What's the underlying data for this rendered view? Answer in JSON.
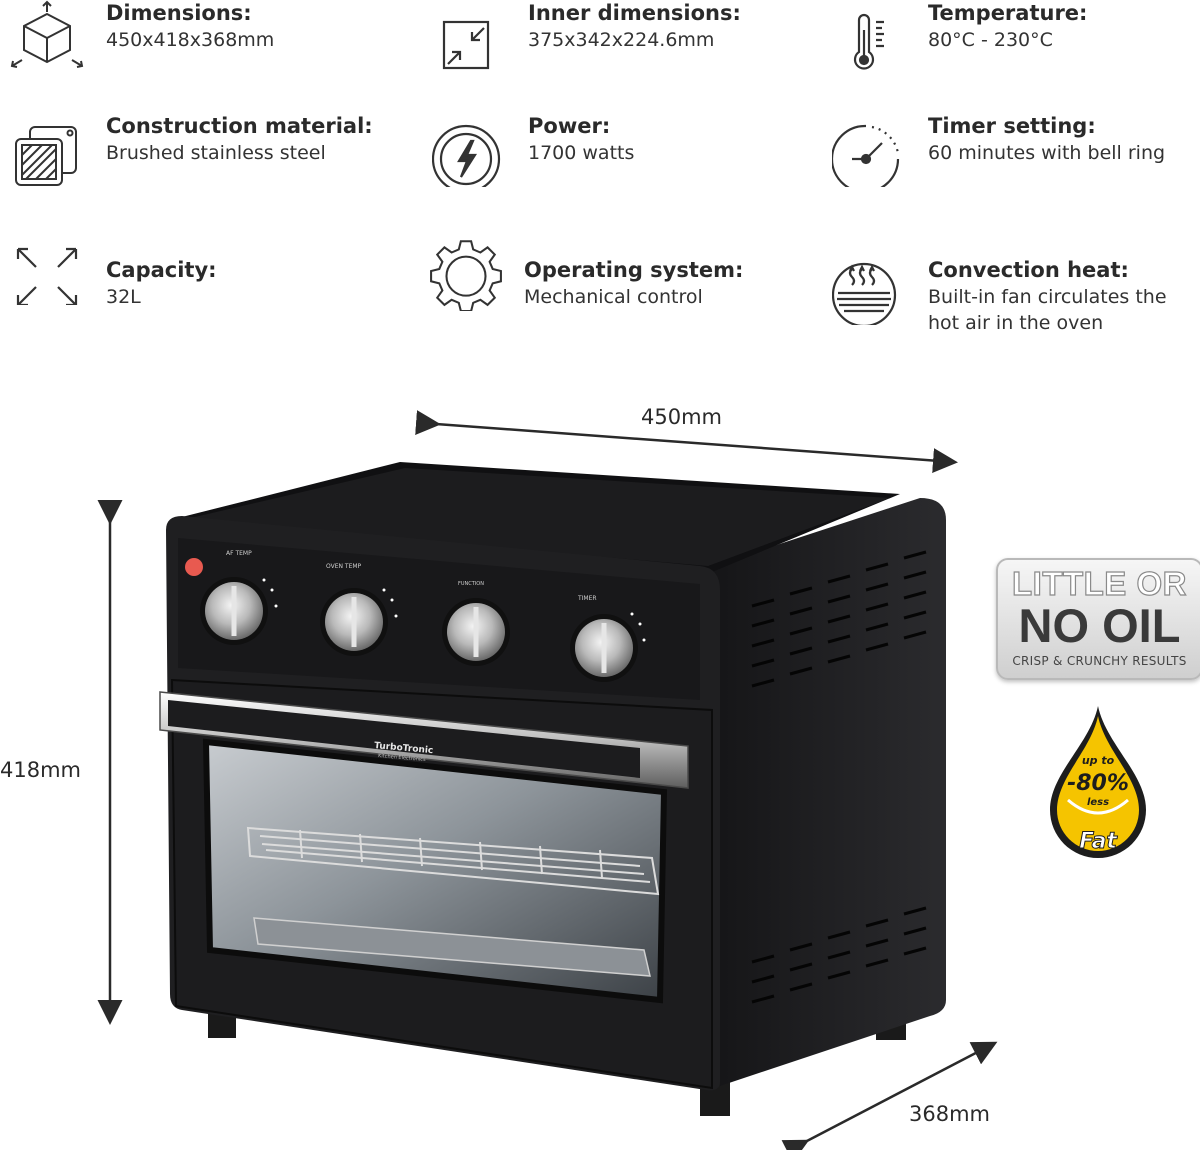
{
  "specs": [
    {
      "title": "Dimensions:",
      "value": "450x418x368mm",
      "icon": "cube-icon"
    },
    {
      "title": "Inner dimensions:",
      "value": "375x342x224.6mm",
      "icon": "compress-arrows-icon"
    },
    {
      "title": "Temperature:",
      "value": "80°C - 230°C",
      "icon": "thermometer-icon"
    },
    {
      "title": "Construction material:",
      "value": "Brushed stainless steel",
      "icon": "steel-plate-icon"
    },
    {
      "title": "Power:",
      "value": "1700 watts",
      "icon": "lightning-icon"
    },
    {
      "title": "Timer setting:",
      "value": "60 minutes with bell ring",
      "icon": "timer-icon"
    },
    {
      "title": "Capacity:",
      "value": "32L",
      "icon": "expand-arrows-icon"
    },
    {
      "title": "Operating system:",
      "value": "Mechanical control",
      "icon": "gear-icon"
    },
    {
      "title": "Convection heat:",
      "value": "Built-in fan circulates the hot air in the oven",
      "icon": "convection-heat-icon"
    }
  ],
  "dimensions": {
    "width": "450mm",
    "height": "418mm",
    "depth": "368mm"
  },
  "oven": {
    "brand": "TurboTronic",
    "brand_sub": "Kitchen Electronics",
    "knob_labels": {
      "af_temp": "AF TEMP",
      "oven_temp": "OVEN TEMP",
      "function": "FUNCTION",
      "timer": "TIMER"
    }
  },
  "badges": {
    "oil_line1": "LITTLE OR",
    "oil_line2": "NO OIL",
    "oil_line3": "CRISP & CRUNCHY RESULTS",
    "fat_line1": "up to",
    "fat_line2": "-80%",
    "fat_line3": "less",
    "fat_line4": "Fat"
  },
  "colors": {
    "oven_body": "#1f1f21",
    "badge_yellow": "#f5c400",
    "text": "#2a2a2a"
  }
}
